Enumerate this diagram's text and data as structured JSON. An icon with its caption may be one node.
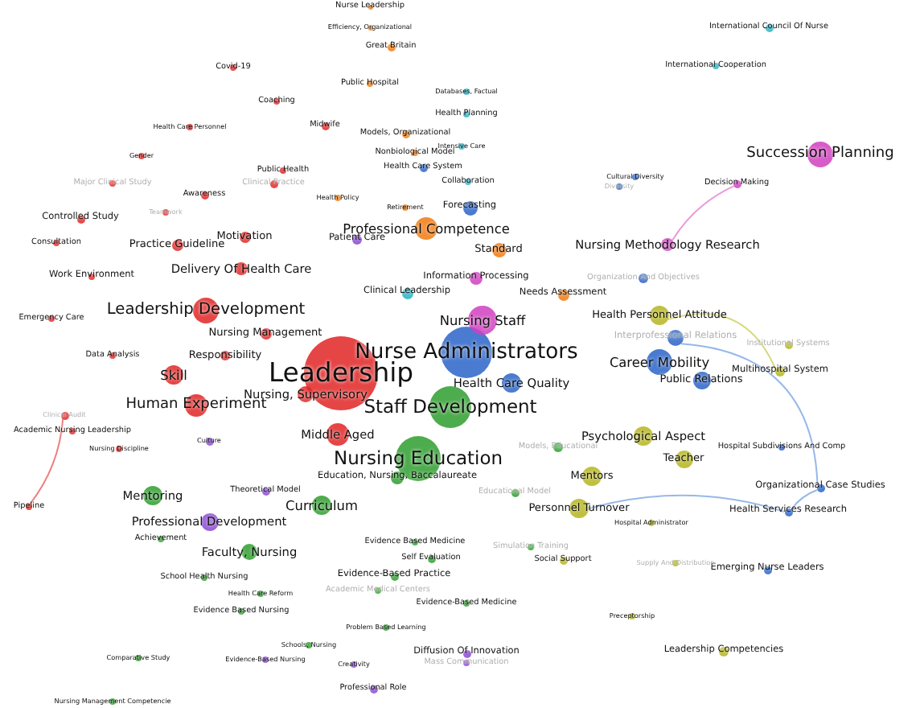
{
  "diagram": {
    "nodes": [
      {
        "text": [
          "Leadership"
        ]
      },
      {
        "text": [
          "Leadership Development"
        ]
      },
      {
        "text": [
          "Human Experiment"
        ]
      },
      {
        "text": [
          "Skill"
        ]
      },
      {
        "text": [
          "Responsibility"
        ]
      },
      {
        "text": [
          "Nursing, Supervisory"
        ]
      },
      {
        "text": [
          "Middle Aged"
        ]
      },
      {
        "text": [
          "Delivery Of Health Care"
        ]
      },
      {
        "text": [
          "Practice Guideline"
        ]
      },
      {
        "text": [
          "Motivation"
        ]
      },
      {
        "text": [
          "Controlled Study"
        ]
      },
      {
        "text": [
          "Consultation"
        ]
      },
      {
        "text": [
          "Work Environment"
        ]
      },
      {
        "text": [
          "Emergency Care"
        ]
      },
      {
        "text": [
          "Nursing Management"
        ]
      },
      {
        "text": [
          "Data Analysis"
        ]
      },
      {
        "text": [
          "Academic Nursing Leadership"
        ]
      },
      {
        "text": [
          "Nursing Discipline"
        ]
      },
      {
        "text": [
          "Pipeline"
        ]
      },
      {
        "text": [
          "Awareness"
        ]
      },
      {
        "text": [
          "Gender"
        ]
      },
      {
        "text": [
          "Health Care Personnel"
        ]
      },
      {
        "text": [
          "Covid-19"
        ]
      },
      {
        "text": [
          "Coaching"
        ]
      },
      {
        "text": [
          "Midwife"
        ]
      },
      {
        "text": [
          "Public Health"
        ]
      },
      {
        "text": [
          "Clinical Practice"
        ]
      },
      {
        "text": [
          "Major Clinical Study"
        ]
      },
      {
        "text": [
          "Teamwork"
        ]
      },
      {
        "text": [
          "Clinical Audit"
        ]
      },
      {
        "text": [
          "Professional Competence"
        ]
      },
      {
        "text": [
          "Standard"
        ]
      },
      {
        "text": [
          "Nurse Leadership"
        ]
      },
      {
        "text": [
          "Efficiency, Organizational"
        ]
      },
      {
        "text": [
          "Great Britain"
        ]
      },
      {
        "text": [
          "Public Hospital"
        ]
      },
      {
        "text": [
          "Models, Organizational"
        ]
      },
      {
        "text": [
          "Nonbiological Model"
        ]
      },
      {
        "text": [
          "Health Policy"
        ]
      },
      {
        "text": [
          "Retirement"
        ]
      },
      {
        "text": [
          "Needs Assessment"
        ]
      },
      {
        "text": [
          "Nurse Administrators"
        ]
      },
      {
        "text": [
          "Health Care System"
        ]
      },
      {
        "text": [
          "Forecasting"
        ]
      },
      {
        "text": [
          "Career Mobility"
        ]
      },
      {
        "text": [
          "Health Care Quality"
        ]
      },
      {
        "text": [
          "Public Relations"
        ]
      },
      {
        "text": [
          "Interprofessional Relations"
        ]
      },
      {
        "text": [
          "Cultural Diversity"
        ]
      },
      {
        "text": [
          "Diversity"
        ]
      },
      {
        "text": [
          "Organization And Objectives"
        ]
      },
      {
        "text": [
          "Hospital Subdivisions And Comp"
        ]
      },
      {
        "text": [
          "Organizational Case Studies"
        ]
      },
      {
        "text": [
          "Health Services Research"
        ]
      },
      {
        "text": [
          "Emerging Nurse Leaders"
        ]
      },
      {
        "text": [
          "Information Processing"
        ]
      },
      {
        "text": [
          "International Council Of Nurse"
        ]
      },
      {
        "text": [
          "International Cooperation"
        ]
      },
      {
        "text": [
          "Databases, Factual"
        ]
      },
      {
        "text": [
          "Health Planning"
        ]
      },
      {
        "text": [
          "Intensive Care"
        ]
      },
      {
        "text": [
          "Collaboration"
        ]
      },
      {
        "text": [
          "Clinical Leadership"
        ]
      },
      {
        "text": [
          "Succession Planning"
        ]
      },
      {
        "text": [
          "Decision Making"
        ]
      },
      {
        "text": [
          "Nursing Methodology Research"
        ]
      },
      {
        "text": [
          "Nursing Staff"
        ]
      },
      {
        "text": [
          "Patient Care"
        ]
      },
      {
        "text": [
          "Professional Development"
        ]
      },
      {
        "text": [
          "Theoretical Model"
        ]
      },
      {
        "text": [
          "Culture"
        ]
      },
      {
        "text": [
          "Diffusion Of Innovation"
        ]
      },
      {
        "text": [
          "Creativity"
        ]
      },
      {
        "text": [
          "Professional Role"
        ]
      },
      {
        "text": [
          "Mass Communication"
        ]
      },
      {
        "text": [
          "Evidence-Based Nursing"
        ]
      },
      {
        "text": [
          "Staff Development"
        ]
      },
      {
        "text": [
          "Nursing Education"
        ]
      },
      {
        "text": [
          "Education, Nursing, Baccalaureate"
        ]
      },
      {
        "text": [
          "Curriculum"
        ]
      },
      {
        "text": [
          "Mentoring"
        ]
      },
      {
        "text": [
          "Faculty, Nursing"
        ]
      },
      {
        "text": [
          "Achievement"
        ]
      },
      {
        "text": [
          "School Health Nursing"
        ]
      },
      {
        "text": [
          "Health Care Reform"
        ]
      },
      {
        "text": [
          "Evidence Based Nursing"
        ]
      },
      {
        "text": [
          "Evidence-Based Practice"
        ]
      },
      {
        "text": [
          "Academic Medical Centers"
        ]
      },
      {
        "text": [
          "Self Evaluation"
        ]
      },
      {
        "text": [
          "Evidence Based Medicine"
        ]
      },
      {
        "text": [
          "Evidence-Based Medicine"
        ]
      },
      {
        "text": [
          "Problem Based Learning"
        ]
      },
      {
        "text": [
          "Schools, Nursing"
        ]
      },
      {
        "text": [
          "Comparative Study"
        ]
      },
      {
        "text": [
          "Nursing Management Competencie"
        ]
      },
      {
        "text": [
          "Simulation Training"
        ]
      },
      {
        "text": [
          "Educational Model"
        ]
      },
      {
        "text": [
          "Models, Educational"
        ]
      },
      {
        "text": [
          "Health Personnel Attitude"
        ]
      },
      {
        "text": [
          "Psychological Aspect"
        ]
      },
      {
        "text": [
          "Teacher"
        ]
      },
      {
        "text": [
          "Mentors"
        ]
      },
      {
        "text": [
          "Personnel Turnover"
        ]
      },
      {
        "text": [
          "Hospital Administrator"
        ]
      },
      {
        "text": [
          "Social Support"
        ]
      },
      {
        "text": [
          "Preceptorship"
        ]
      },
      {
        "text": [
          "Leadership Competencies"
        ]
      },
      {
        "text": [
          "Multihospital System"
        ]
      },
      {
        "text": [
          "Institutional Systems"
        ]
      },
      {
        "text": [
          "Supply And Distribution"
        ]
      }
    ],
    "edges": [
      {
        "from": 64,
        "to": 65,
        "arrow": "none",
        "color": "#e070c8"
      },
      {
        "from": 52,
        "to": 53,
        "arrow": "none"
      },
      {
        "from": 53,
        "to": 102,
        "arrow": "none"
      },
      {
        "from": 52,
        "to": 47,
        "arrow": "none"
      },
      {
        "from": 18,
        "to": 29,
        "arrow": "none",
        "color": "#e84a4a"
      },
      {
        "from": 107,
        "to": 98,
        "arrow": "none",
        "color": "#c8c840"
      }
    ]
  }
}
